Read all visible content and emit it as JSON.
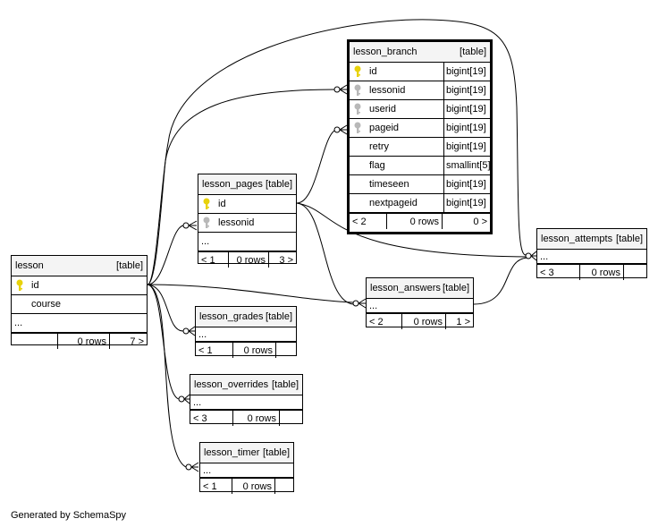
{
  "tables": {
    "lesson_branch": {
      "name": "lesson_branch",
      "tag": "[table]",
      "columns": [
        {
          "name": "id",
          "type": "bigint[19]",
          "key": "primary"
        },
        {
          "name": "lessonid",
          "type": "bigint[19]",
          "key": "foreign"
        },
        {
          "name": "userid",
          "type": "bigint[19]",
          "key": "foreign"
        },
        {
          "name": "pageid",
          "type": "bigint[19]",
          "key": "foreign"
        },
        {
          "name": "retry",
          "type": "bigint[19]",
          "key": "none"
        },
        {
          "name": "flag",
          "type": "smallint[5]",
          "key": "none"
        },
        {
          "name": "timeseen",
          "type": "bigint[19]",
          "key": "none"
        },
        {
          "name": "nextpageid",
          "type": "bigint[19]",
          "key": "none"
        }
      ],
      "footer": {
        "parents": "< 2",
        "rows": "0 rows",
        "children": "0 >"
      }
    },
    "lesson_pages": {
      "name": "lesson_pages",
      "tag": "[table]",
      "columns": [
        {
          "name": "id",
          "key": "primary"
        },
        {
          "name": "lessonid",
          "key": "foreign"
        }
      ],
      "ellipsis": "...",
      "footer": {
        "parents": "< 1",
        "rows": "0 rows",
        "children": "3 >"
      }
    },
    "lesson": {
      "name": "lesson",
      "tag": "[table]",
      "columns": [
        {
          "name": "id",
          "key": "primary"
        },
        {
          "name": "course",
          "key": "none"
        }
      ],
      "ellipsis": "...",
      "footer": {
        "parents": "",
        "rows": "0 rows",
        "children": "7 >"
      }
    },
    "lesson_attempts": {
      "name": "lesson_attempts",
      "tag": "[table]",
      "ellipsis": "...",
      "footer": {
        "parents": "< 3",
        "rows": "0 rows",
        "children": ""
      }
    },
    "lesson_answers": {
      "name": "lesson_answers",
      "tag": "[table]",
      "ellipsis": "...",
      "footer": {
        "parents": "< 2",
        "rows": "0 rows",
        "children": "1 >"
      }
    },
    "lesson_grades": {
      "name": "lesson_grades",
      "tag": "[table]",
      "ellipsis": "...",
      "footer": {
        "parents": "< 1",
        "rows": "0 rows",
        "children": ""
      }
    },
    "lesson_overrides": {
      "name": "lesson_overrides",
      "tag": "[table]",
      "ellipsis": "...",
      "footer": {
        "parents": "< 3",
        "rows": "0 rows",
        "children": ""
      }
    },
    "lesson_timer": {
      "name": "lesson_timer",
      "tag": "[table]",
      "ellipsis": "...",
      "footer": {
        "parents": "< 1",
        "rows": "0 rows",
        "children": ""
      }
    }
  },
  "footer_note": "Generated by SchemaSpy",
  "colors": {
    "primary_key": "#e8d20a",
    "foreign_key": "#b8b8b8",
    "line": "#000000"
  }
}
